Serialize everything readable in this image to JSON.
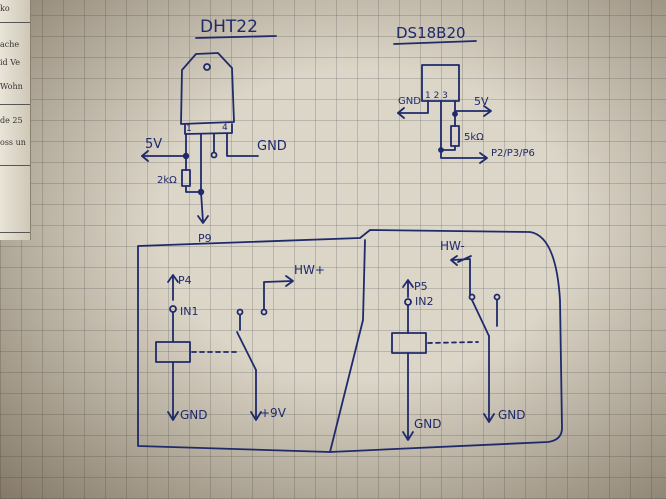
{
  "colors": {
    "ink": "#1f2a6b",
    "paper": "#dcd6c8"
  },
  "side_page": {
    "fragments": [
      "ko",
      "ache",
      "id Ve",
      "Wohn",
      "de 25",
      "oss un"
    ]
  },
  "dht22": {
    "title": "DHT22",
    "pin1": "1",
    "pin4": "4",
    "vcc": "5V",
    "gnd": "GND",
    "resistor": "2kΩ",
    "signal": "P9"
  },
  "ds18b20": {
    "title": "DS18B20",
    "pins": "1 2 3",
    "gnd": "GND",
    "vcc": "5V",
    "resistor": "5kΩ",
    "signal": "P2/P3/P6"
  },
  "relay_left": {
    "control": "P4",
    "input": "IN1",
    "gnd": "GND",
    "out": "HW+",
    "supply": "+9V"
  },
  "relay_right": {
    "control": "P5",
    "input": "IN2",
    "gnd_left": "GND",
    "gnd_right": "GND",
    "out": "HW-"
  }
}
